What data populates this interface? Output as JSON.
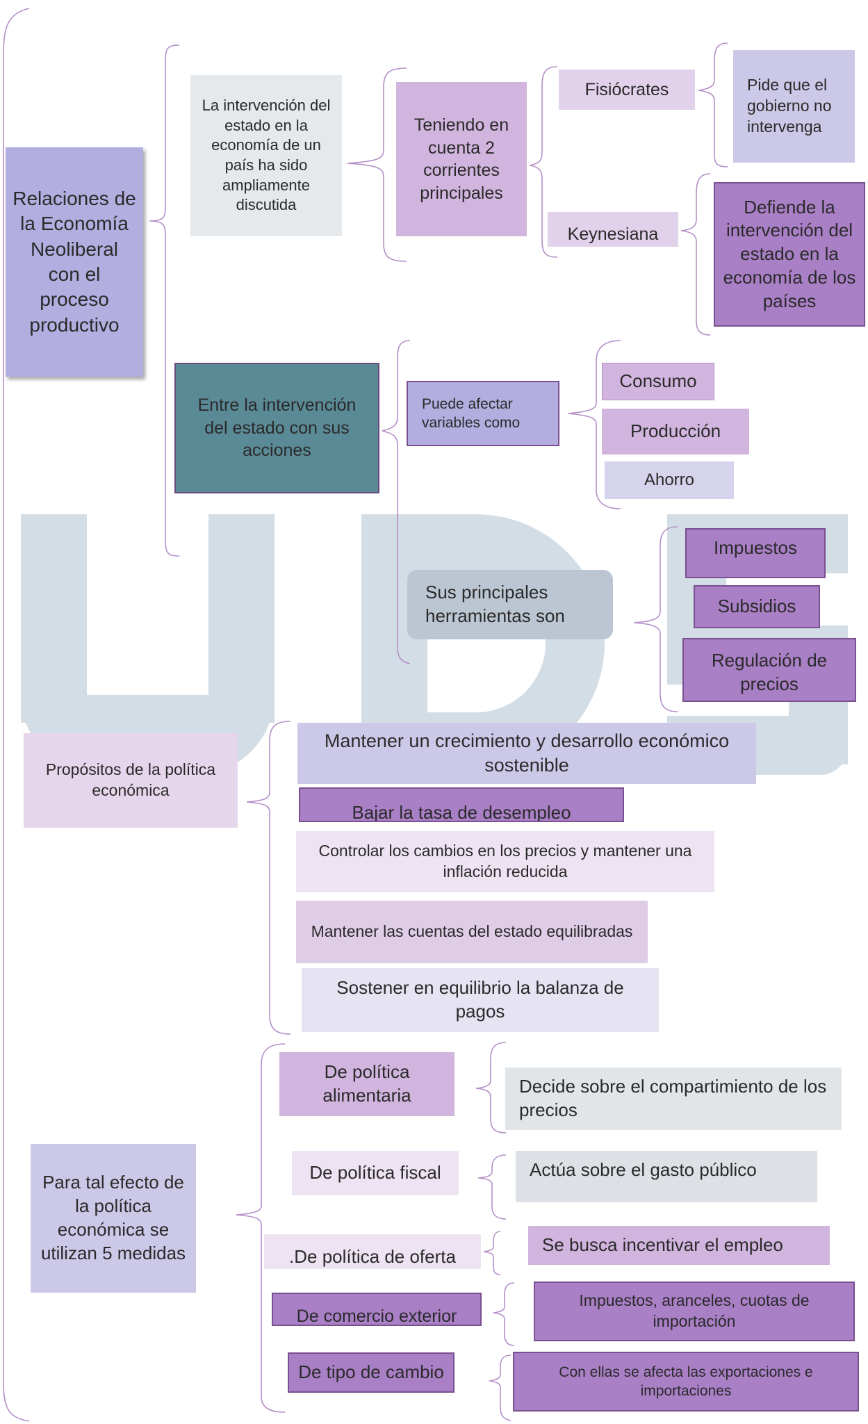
{
  "diagram": {
    "title": "Relaciones de la Economía Neoliberal con el proceso productivo",
    "watermark": "UDS",
    "intervencion": {
      "intro": "La intervención del estado en la economía de un país ha sido ampliamente discutida",
      "corrientes": "Teniendo en cuenta 2 corrientes principales",
      "fisiocrates": "Fisiócrates",
      "fisiocrates_desc": "Pide que el gobierno no intervenga",
      "keynesiana": "Keynesiana",
      "keynesiana_desc": "Defiende la intervención del estado en la economía de los países"
    },
    "acciones": {
      "main": "Entre la intervención del estado con sus acciones",
      "variables_label": "Puede afectar variables como",
      "variables": [
        "Consumo",
        "Producción",
        "Ahorro"
      ],
      "herramientas_label": "Sus principales herramientas son",
      "herramientas": [
        "Impuestos",
        "Subsidios",
        "Regulación de precios"
      ]
    },
    "propositos": {
      "label": "Propósitos de la política económica",
      "items": [
        "Mantener un crecimiento y desarrollo económico sostenible",
        "Bajar la tasa de desempleo",
        "Controlar los cambios en los precios y mantener una inflación reducida",
        "Mantener las cuentas del estado equilibradas",
        "Sostener en equilibrio la balanza de pagos"
      ]
    },
    "medidas": {
      "label": "Para tal efecto de la política económica se utilizan 5 medidas",
      "items": [
        {
          "name": "De política alimentaria",
          "desc": "Decide sobre el compartimiento de los precios"
        },
        {
          "name": "De política fiscal",
          "desc": "Actúa sobre el gasto público"
        },
        {
          "name": ".De política de oferta",
          "desc": "Se busca incentivar el empleo"
        },
        {
          "name": "De comercio exterior",
          "desc": "Impuestos, aranceles, cuotas de importación"
        },
        {
          "name": "De tipo de cambio",
          "desc": "Con ellas se afecta las exportaciones e importaciones"
        }
      ]
    }
  },
  "colors": {
    "title_bg": "#b3aee0",
    "light_gray": "#e6e9eb",
    "lavender": "#d1b5de",
    "teal": "#5a8a96",
    "dark_purple": "#a97fc6",
    "pale_lavender": "#dcd5ee",
    "bracket": "#b58fc7",
    "watermark": "#d3dde6"
  }
}
